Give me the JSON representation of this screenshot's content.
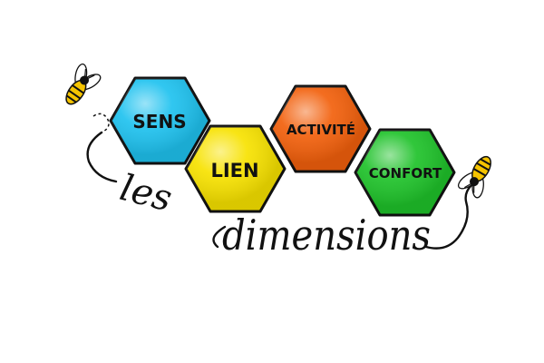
{
  "hexagons": [
    {
      "label": "SENS",
      "color": "#1fc2ef"
    },
    {
      "label": "LIEN",
      "color": "#f7e200"
    },
    {
      "label": "ACTIVITÉ",
      "color": "#f2600c"
    },
    {
      "label": "CONFORT",
      "color": "#1fc22a"
    }
  ],
  "caption": {
    "prefix": "les",
    "word": "dimensions"
  },
  "colors": {
    "outline": "#111111",
    "bee_body": "#f5c400",
    "bee_wing": "#ffffff"
  },
  "icons": {
    "left_bee": "bee-icon",
    "right_bee": "bee-icon"
  }
}
